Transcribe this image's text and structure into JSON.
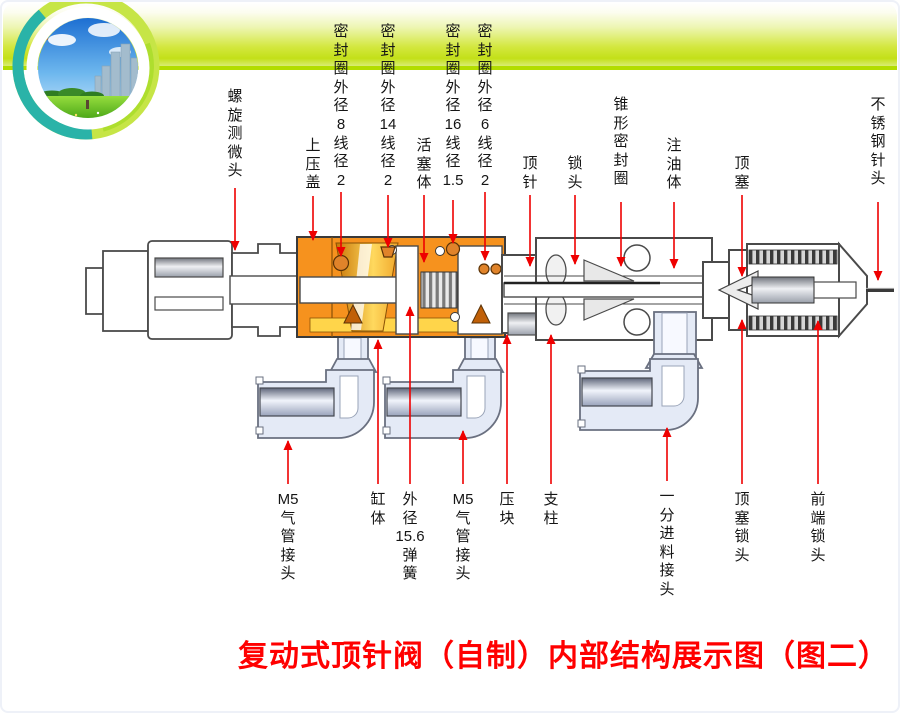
{
  "slide": {
    "title": "复动式顶针阀（自制）内部结构展示图（图二）",
    "title_color": "#FF0000",
    "header_colors": {
      "gradient_green": "#C3E018",
      "accent_line": "#B2DD00"
    },
    "logo": {
      "name": "green-landscape-logo"
    }
  },
  "diagram": {
    "colors": {
      "block_orange": "#F6921E",
      "seal_orange": "#E0832A",
      "cavity_amber": "#FFD95E",
      "fitting_blue": "#E4EAF6",
      "arrow_red": "#EE0000",
      "outline_gray": "#4A4A4A"
    },
    "top_labels": [
      {
        "id": "micrometer-head",
        "cells": [
          "螺",
          "旋",
          "测",
          "微",
          "头"
        ]
      },
      {
        "id": "top-cover",
        "cells": [
          "上",
          "压",
          "盖"
        ]
      },
      {
        "id": "seal-od8",
        "cells": [
          "密",
          "封",
          "圈",
          "外",
          "径",
          "8",
          "线",
          "径",
          "2"
        ]
      },
      {
        "id": "seal-od14",
        "cells": [
          "密",
          "封",
          "圈",
          "外",
          "径",
          "14",
          "线",
          "径",
          "2"
        ]
      },
      {
        "id": "piston-body",
        "cells": [
          "活",
          "塞",
          "体"
        ]
      },
      {
        "id": "seal-od16",
        "cells": [
          "密",
          "封",
          "圈",
          "外",
          "径",
          "16",
          "线",
          "径",
          "1.5"
        ]
      },
      {
        "id": "seal-od6",
        "cells": [
          "密",
          "封",
          "圈",
          "外",
          "径",
          "6",
          "线",
          "径",
          "2"
        ]
      },
      {
        "id": "ejector-pin",
        "cells": [
          "顶",
          "针"
        ]
      },
      {
        "id": "lock-head",
        "cells": [
          "锁",
          "头"
        ]
      },
      {
        "id": "cone-seal",
        "cells": [
          "锥",
          "形",
          "密",
          "封",
          "圈"
        ]
      },
      {
        "id": "oil-body",
        "cells": [
          "注",
          "油",
          "体"
        ]
      },
      {
        "id": "top-plug",
        "cells": [
          "顶",
          "塞"
        ]
      },
      {
        "id": "steel-needle",
        "cells": [
          "不",
          "锈",
          "钢",
          "针",
          "头"
        ]
      }
    ],
    "bottom_labels": [
      {
        "id": "m5-fitting-left",
        "cells": [
          "M5",
          "气",
          "管",
          "接",
          "头"
        ]
      },
      {
        "id": "cylinder-body",
        "cells": [
          "缸",
          "体"
        ]
      },
      {
        "id": "spring-od156",
        "cells": [
          "外",
          "径",
          "15.6",
          "弹",
          "簧"
        ]
      },
      {
        "id": "m5-fitting-right",
        "cells": [
          "M5",
          "气",
          "管",
          "接",
          "头"
        ]
      },
      {
        "id": "pressure-block",
        "cells": [
          "压",
          "块"
        ]
      },
      {
        "id": "support-pillar",
        "cells": [
          "支",
          "柱"
        ]
      },
      {
        "id": "feed-connector",
        "cells": [
          "一",
          "分",
          "进",
          "料",
          "接",
          "头"
        ]
      },
      {
        "id": "plug-lock-head",
        "cells": [
          "顶",
          "塞",
          "锁",
          "头"
        ]
      },
      {
        "id": "front-lock-head",
        "cells": [
          "前",
          "端",
          "锁",
          "头"
        ]
      }
    ]
  }
}
